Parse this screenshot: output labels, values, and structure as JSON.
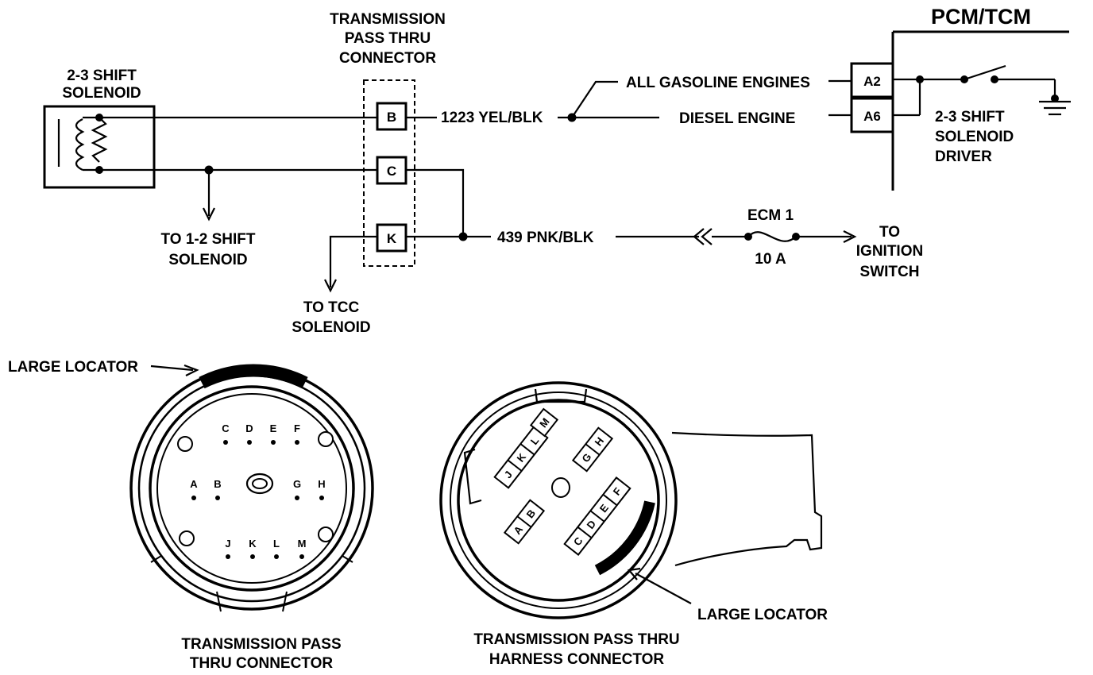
{
  "schematic": {
    "solenoid_label": [
      "2-3 SHIFT",
      "SOLENOID"
    ],
    "pass_thru_label": [
      "TRANSMISSION",
      "PASS THRU",
      "CONNECTOR"
    ],
    "pcm_label": "PCM/TCM",
    "pins": {
      "b": "B",
      "c": "C",
      "k": "K",
      "a2": "A2",
      "a6": "A6"
    },
    "wire_yel": "1223 YEL/BLK",
    "wire_pnk": "439 PNK/BLK",
    "gas_engines": "ALL GASOLINE ENGINES",
    "diesel_engine": "DIESEL ENGINE",
    "driver_label": [
      "2-3 SHIFT",
      "SOLENOID",
      "DRIVER"
    ],
    "to_12_label": [
      "TO 1-2 SHIFT",
      "SOLENOID"
    ],
    "to_tcc_label": [
      "TO TCC",
      "SOLENOID"
    ],
    "fuse_name": "ECM 1",
    "fuse_rating": "10 A",
    "ignition_label": [
      "TO",
      "IGNITION",
      "SWITCH"
    ]
  },
  "left_connector": {
    "locator_label": "LARGE LOCATOR",
    "caption": [
      "TRANSMISSION PASS",
      "THRU CONNECTOR"
    ],
    "pins": [
      "A",
      "B",
      "C",
      "D",
      "E",
      "F",
      "G",
      "H",
      "J",
      "K",
      "L",
      "M"
    ]
  },
  "right_connector": {
    "locator_label": "LARGE LOCATOR",
    "caption": [
      "TRANSMISSION PASS THRU",
      "HARNESS CONNECTOR"
    ],
    "pins": [
      "A",
      "B",
      "C",
      "D",
      "E",
      "F",
      "G",
      "H",
      "J",
      "K",
      "L",
      "M"
    ]
  }
}
